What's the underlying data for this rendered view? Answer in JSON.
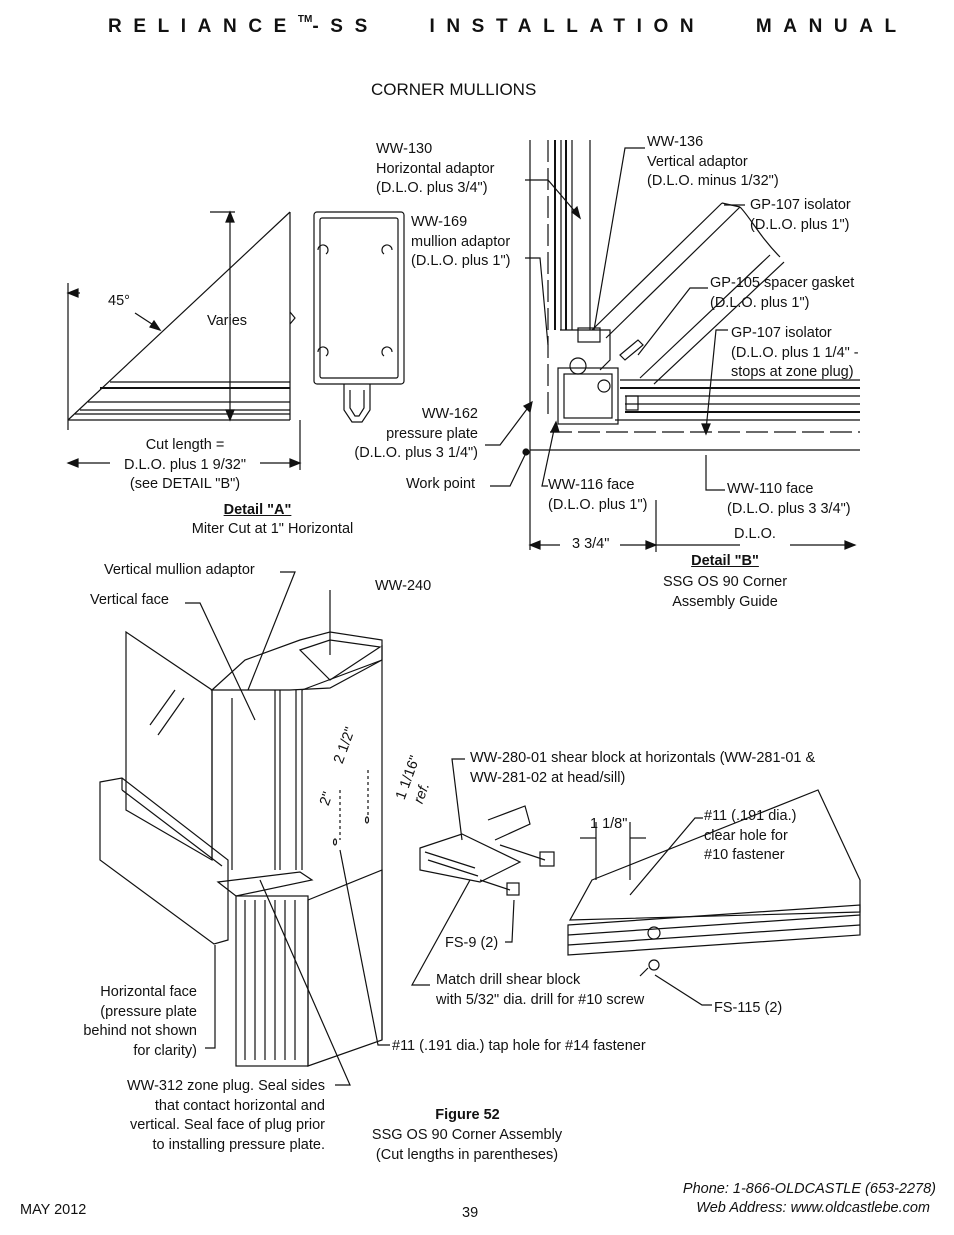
{
  "header": {
    "brand": "RELIANCE",
    "tm": "TM",
    "rest": "-SS   INSTALLATION   MANUAL"
  },
  "section_title": "CORNER MULLIONS",
  "detail_a": {
    "angle": "45°",
    "varies": "Varies",
    "cut_length": [
      "Cut length =",
      "D.L.O. plus 1 9/32\"",
      "(see DETAIL \"B\")"
    ],
    "title": "Detail \"A\"",
    "subtitle": "Miter Cut at 1\" Horizontal"
  },
  "detail_b": {
    "ww130": [
      "WW-130",
      "Horizontal adaptor",
      "(D.L.O. plus 3/4\")"
    ],
    "ww169": [
      "WW-169",
      "mullion adaptor",
      "(D.L.O. plus 1\")"
    ],
    "ww136": [
      "WW-136",
      "Vertical adaptor",
      "(D.L.O. minus 1/32\")"
    ],
    "gp107a": [
      "GP-107 isolator",
      "(D.L.O. plus 1\")"
    ],
    "gp105": [
      "GP-105 spacer gasket",
      "(D.L.O. plus 1\")"
    ],
    "gp107b": [
      "GP-107 isolator",
      "(D.L.O. plus 1 1/4\" -",
      "stops at zone plug)"
    ],
    "ww162": [
      "WW-162",
      "pressure plate",
      "(D.L.O. plus 3 1/4\")"
    ],
    "work_point": "Work point",
    "ww116": [
      "WW-116 face",
      "(D.L.O. plus 1\")"
    ],
    "ww110": [
      "WW-110 face",
      "(D.L.O. plus 3 3/4\")"
    ],
    "dlo": "D.L.O.",
    "dim": "3 3/4\"",
    "title": "Detail \"B\"",
    "subtitle": [
      "SSG OS 90 Corner",
      "Assembly Guide"
    ]
  },
  "figure": {
    "vertical_mullion_adaptor": "Vertical mullion adaptor",
    "vertical_face": "Vertical face",
    "ww240": "WW-240",
    "dim_2_half": "2 1/2\"",
    "dim_2": "2\"",
    "dim_1_1_16": "1 1/16\"",
    "ref": "ref.",
    "ww280": [
      "WW-280-01 shear block at horizontals (WW-281-01 &",
      "WW-281-02 at head/sill)"
    ],
    "dim_1_1_8": "1 1/8\"",
    "clear_hole": [
      "#11 (.191 dia.)",
      "clear hole for",
      "#10 fastener"
    ],
    "fs9": "FS-9 (2)",
    "match_drill": [
      "Match drill shear block",
      "with 5/32\" dia. drill for #10 screw"
    ],
    "fs115": "FS-115 (2)",
    "horizontal_face": [
      "Horizontal face",
      "(pressure plate",
      "behind not shown",
      "for clarity)"
    ],
    "tap_hole": "#11 (.191 dia.) tap hole for #14 fastener",
    "zone_plug": [
      "WW-312 zone plug.  Seal sides",
      "that contact horizontal and",
      "vertical. Seal face of plug prior",
      "to installing pressure plate."
    ],
    "caption_title": "Figure 52",
    "caption": [
      "SSG OS 90 Corner Assembly",
      "(Cut lengths in parentheses)"
    ]
  },
  "footer": {
    "date": "MAY 2012",
    "page": "39",
    "phone": "Phone: 1-866-OLDCASTLE (653-2278)",
    "web": "Web Address: www.oldcastlebe.com"
  }
}
